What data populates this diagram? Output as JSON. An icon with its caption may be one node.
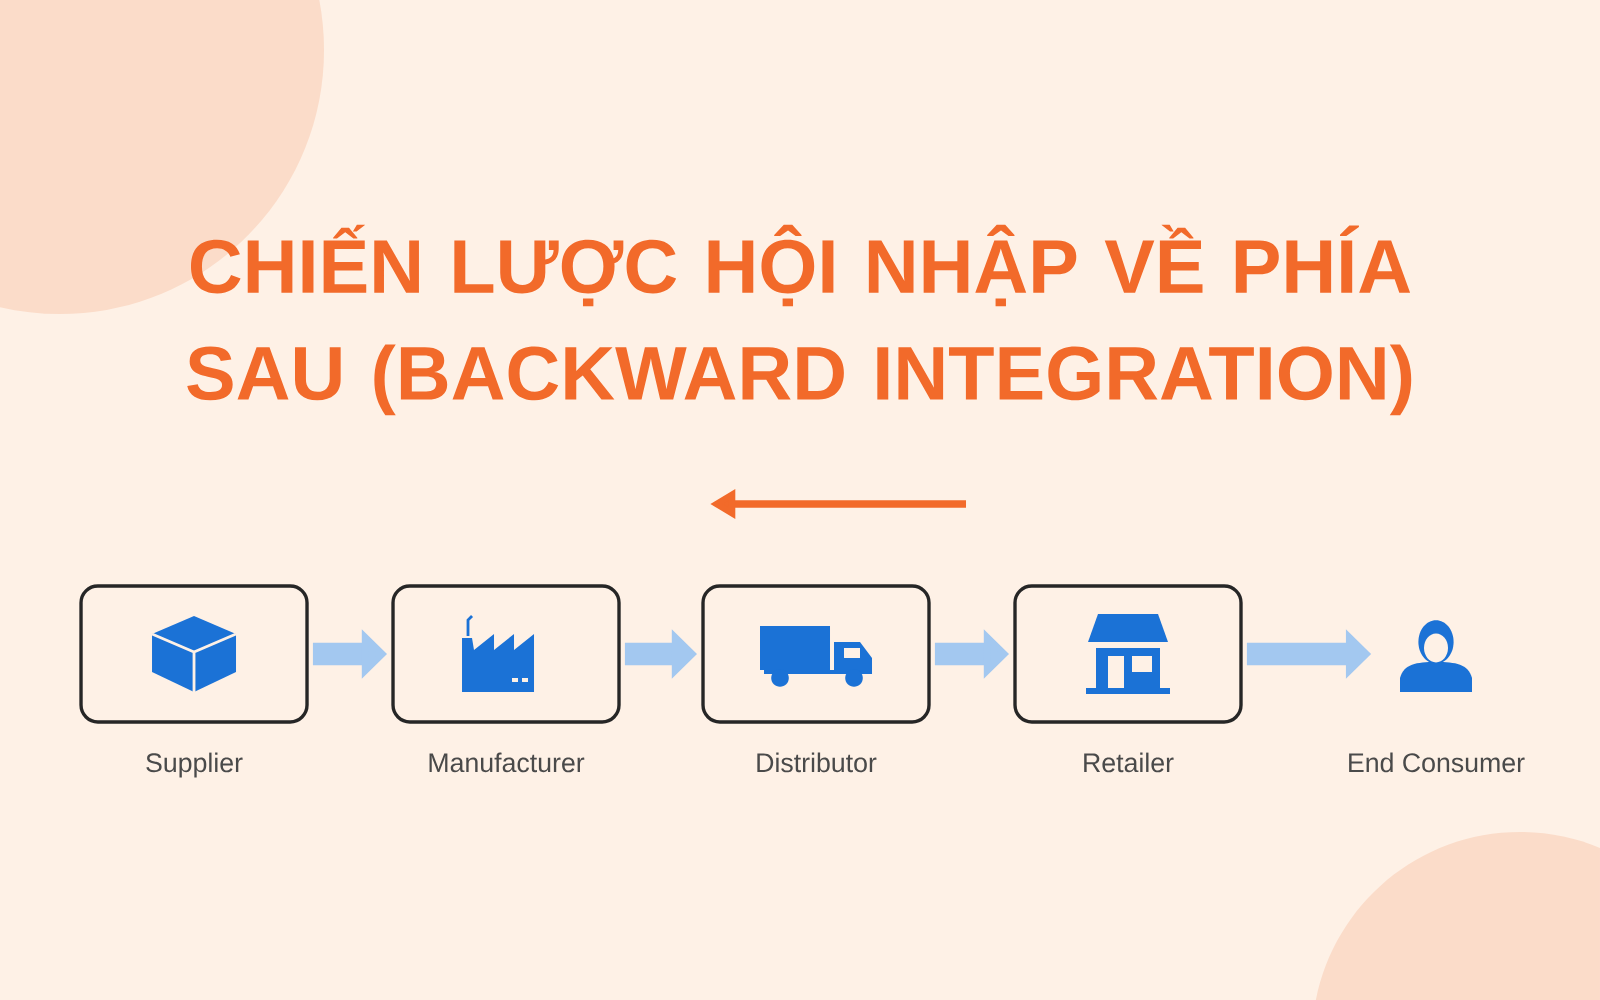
{
  "diagram": {
    "title": "CHIẾN LƯỢC HỘI NHẬP VỀ PHÍA SAU (BACKWARD INTEGRATION)",
    "nodes": [
      {
        "text": [
          "Supplier"
        ]
      },
      {
        "text": [
          "Manufacturer"
        ]
      },
      {
        "text": [
          "Distributor"
        ]
      },
      {
        "text": [
          "Retailer"
        ]
      },
      {
        "text": [
          "End Consumer"
        ]
      }
    ],
    "edges": [
      {
        "from": 0,
        "to": 1,
        "arrow": "to"
      },
      {
        "from": 1,
        "to": 2,
        "arrow": "to"
      },
      {
        "from": 2,
        "to": 3,
        "arrow": "to"
      },
      {
        "from": 3,
        "to": 4,
        "arrow": "to"
      }
    ]
  }
}
